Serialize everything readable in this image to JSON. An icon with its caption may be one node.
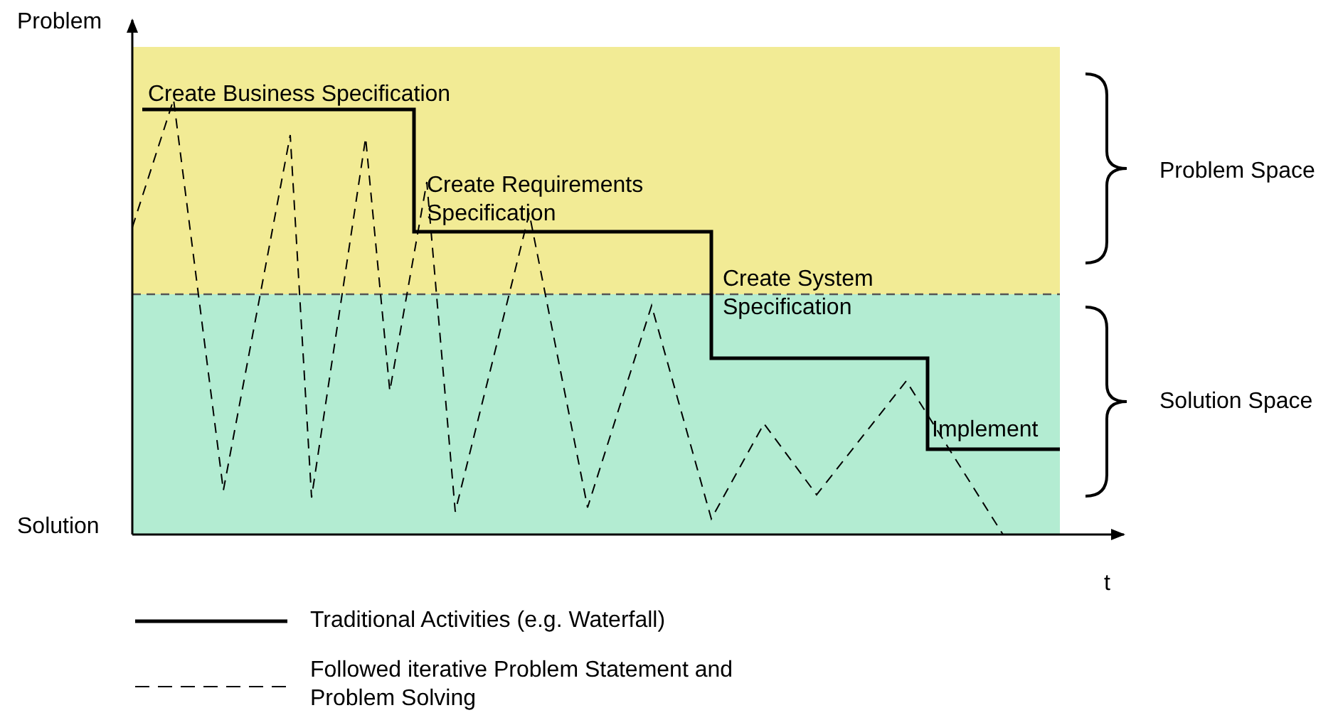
{
  "diagram": {
    "labels": [
      "Problem",
      "Solution",
      "t",
      "Create Business Specification",
      "Create Requirements Specification",
      "Create System Specification",
      "Implement",
      "Problem Space",
      "Solution Space"
    ],
    "legend": [
      {
        "text": "Traditional Activities (e.g. Waterfall)"
      },
      {
        "text": "Followed iterative Problem Statement and Problem Solving"
      }
    ]
  }
}
